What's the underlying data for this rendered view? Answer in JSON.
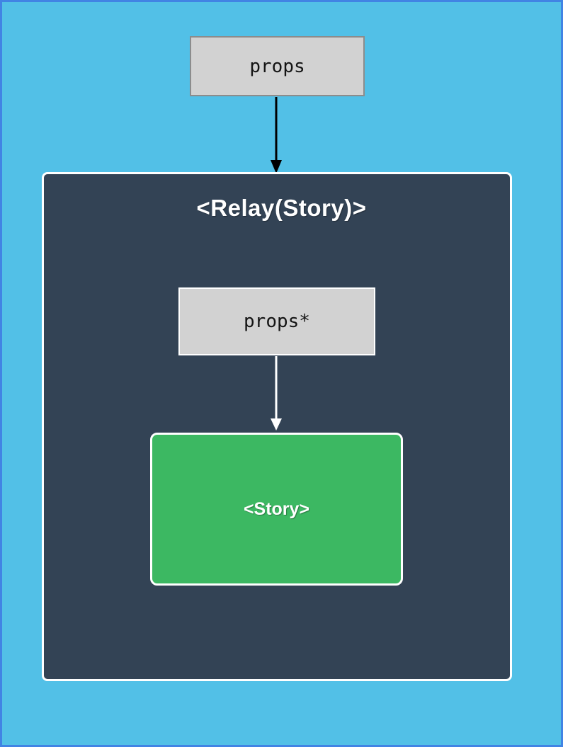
{
  "page": {
    "background_color": "#52c0e7",
    "frame_border_color": "#4184e4"
  },
  "container": {
    "title": "<Relay(Story)>",
    "fill_color": "#334355",
    "border_color": "#ffffff",
    "title_color": "#ffffff"
  },
  "nodes": {
    "props": {
      "label": "props",
      "fill_color": "#d2d2d2",
      "border_color": "#8c8c8c",
      "text_color": "#141414"
    },
    "props_star": {
      "label": "props*",
      "fill_color": "#d2d2d2",
      "border_color": "#ffffff",
      "text_color": "#141414"
    },
    "story": {
      "label": "<Story>",
      "fill_color": "#3cb862",
      "border_color": "#ffffff",
      "text_color": "#ffffff"
    }
  },
  "arrows": [
    {
      "name": "props-to-relay",
      "from": "props",
      "to": "relay-container",
      "color": "#000000",
      "direction": "down"
    },
    {
      "name": "props-star-to-story",
      "from": "props_star",
      "to": "story",
      "color": "#ffffff",
      "direction": "down"
    }
  ]
}
